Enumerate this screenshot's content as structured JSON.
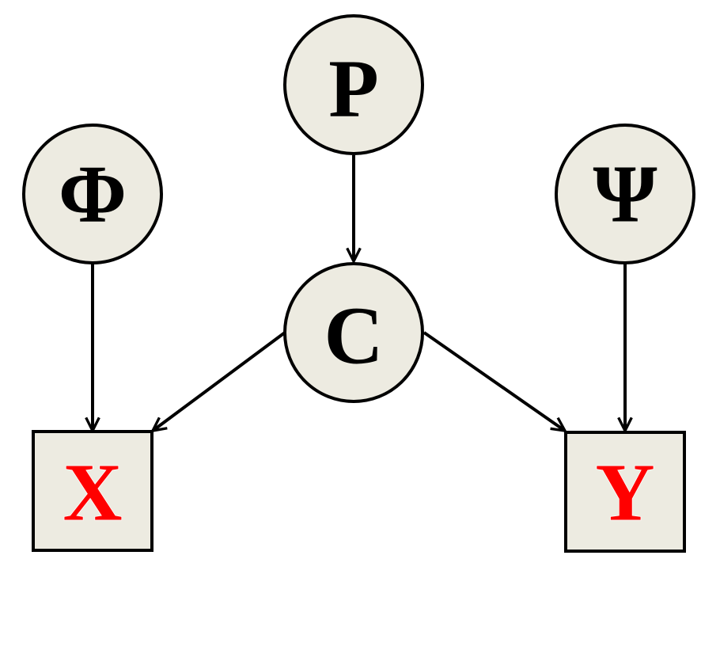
{
  "nodes": {
    "p": {
      "label": "P",
      "shape": "circle",
      "kind": "latent"
    },
    "phi": {
      "label": "Φ",
      "shape": "circle",
      "kind": "latent"
    },
    "psi": {
      "label": "Ψ",
      "shape": "circle",
      "kind": "latent"
    },
    "c": {
      "label": "C",
      "shape": "circle",
      "kind": "latent"
    },
    "x": {
      "label": "X",
      "shape": "square",
      "kind": "observed"
    },
    "y": {
      "label": "Y",
      "shape": "square",
      "kind": "observed"
    }
  },
  "edges": [
    {
      "from": "P",
      "to": "C"
    },
    {
      "from": "Φ",
      "to": "X"
    },
    {
      "from": "Ψ",
      "to": "Y"
    },
    {
      "from": "C",
      "to": "X"
    },
    {
      "from": "C",
      "to": "Y"
    }
  ],
  "colors": {
    "node_fill": "#edebe1",
    "outline": "#000000",
    "latent_text": "#000000",
    "observed_text": "#ff0000"
  }
}
